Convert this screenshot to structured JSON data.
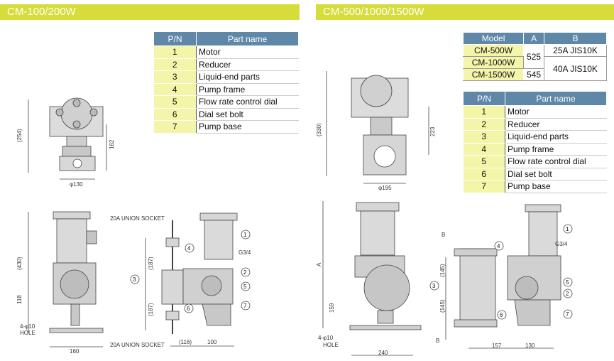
{
  "banners": {
    "left": "CM-100/200W",
    "right": "CM-500/1000/1500W"
  },
  "parts_table": {
    "header_pn": "P/N",
    "header_name": "Part name",
    "rows": [
      {
        "pn": "1",
        "name": "Motor"
      },
      {
        "pn": "2",
        "name": "Reducer"
      },
      {
        "pn": "3",
        "name": "Liquid-end parts"
      },
      {
        "pn": "4",
        "name": "Pump frame"
      },
      {
        "pn": "5",
        "name": "Flow rate control dial"
      },
      {
        "pn": "6",
        "name": "Dial set bolt"
      },
      {
        "pn": "7",
        "name": "Pump base"
      }
    ]
  },
  "model_table": {
    "headers": [
      "Model",
      "A",
      "B"
    ],
    "models": [
      "CM-500W",
      "CM-1000W",
      "CM-1500W"
    ],
    "a_values": [
      "525",
      "545"
    ],
    "b_values": [
      "25A JIS10K",
      "40A JIS10K"
    ]
  },
  "left_drawing": {
    "dims": {
      "d254": "(254)",
      "d162": "162",
      "phi130": "φ130",
      "d430": "(430)",
      "d118": "118",
      "hole": "4-φ10",
      "hole2": "HOLE",
      "d160": "160",
      "socket_top": "20A UNION SOCKET",
      "socket_bottom": "20A UNION SOCKET",
      "d187a": "(187)",
      "d187b": "(187)",
      "d116": "(116)",
      "d100": "100",
      "g34": "G3/4"
    }
  },
  "right_drawing": {
    "dims": {
      "d330": "(330)",
      "d223": "223",
      "phi195": "φ195",
      "a": "A",
      "d159": "159",
      "hole": "4-φ10",
      "hole2": "HOLE",
      "d240": "240",
      "b1": "B",
      "b2": "B",
      "d145a": "(145)",
      "d145b": "(145)",
      "d157": "157",
      "d130": "130",
      "g34": "G3/4"
    }
  },
  "callouts": [
    "1",
    "2",
    "3",
    "4",
    "5",
    "6",
    "7"
  ]
}
